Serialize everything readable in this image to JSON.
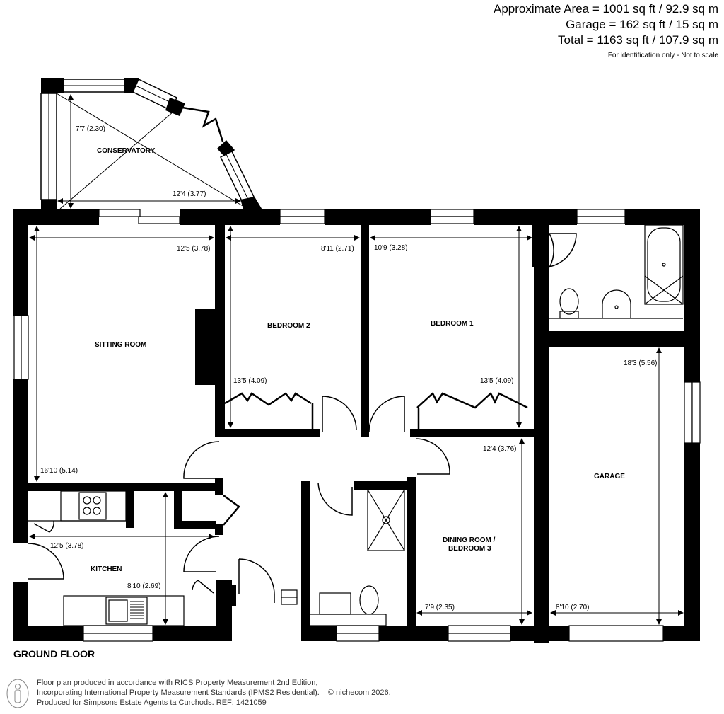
{
  "areas": {
    "approx": "Approximate Area = 1001 sq ft / 92.9 sq m",
    "garage": "Garage = 162 sq ft / 15 sq m",
    "total": "Total = 1163 sq ft / 107.9 sq m",
    "disclaimer": "For identification only - Not to scale"
  },
  "floor": {
    "label": "GROUND FLOOR"
  },
  "rooms": {
    "conservatory": {
      "name": "CONSERVATORY",
      "dim_h": "7'7 (2.30)",
      "dim_w": "12'4 (3.77)"
    },
    "sitting_room": {
      "name": "SITTING ROOM",
      "dim_w": "12'5 (3.78)",
      "dim_h": "16'10 (5.14)"
    },
    "bedroom2": {
      "name": "BEDROOM 2",
      "dim_w": "8'11 (2.71)",
      "dim_h": "13'5 (4.09)"
    },
    "bedroom1": {
      "name": "BEDROOM 1",
      "dim_w": "10'9 (3.28)",
      "dim_h": "13'5 (4.09)"
    },
    "kitchen": {
      "name": "KITCHEN",
      "dim_w": "12'5 (3.78)",
      "dim_h": "8'10 (2.69)"
    },
    "dining": {
      "name_line1": "DINING ROOM /",
      "name_line2": "BEDROOM 3",
      "dim_h": "12'4 (3.76)",
      "dim_w": "7'9 (2.35)"
    },
    "garage": {
      "name": "GARAGE",
      "dim_h": "18'3 (5.56)",
      "dim_w": "8'10 (2.70)"
    }
  },
  "footer": {
    "line1": "Floor plan produced in accordance with RICS Property Measurement 2nd Edition,",
    "line2": "Incorporating International Property Measurement Standards (IPMS2 Residential).",
    "copyright": "© nichecom 2026.",
    "line3": "Produced for Simpsons Estate Agents ta Curchods.   REF: 1421059",
    "icon": "person-icon"
  },
  "colors": {
    "wall": "#000000",
    "background": "#ffffff",
    "text": "#000000",
    "footer_text": "#333333"
  }
}
